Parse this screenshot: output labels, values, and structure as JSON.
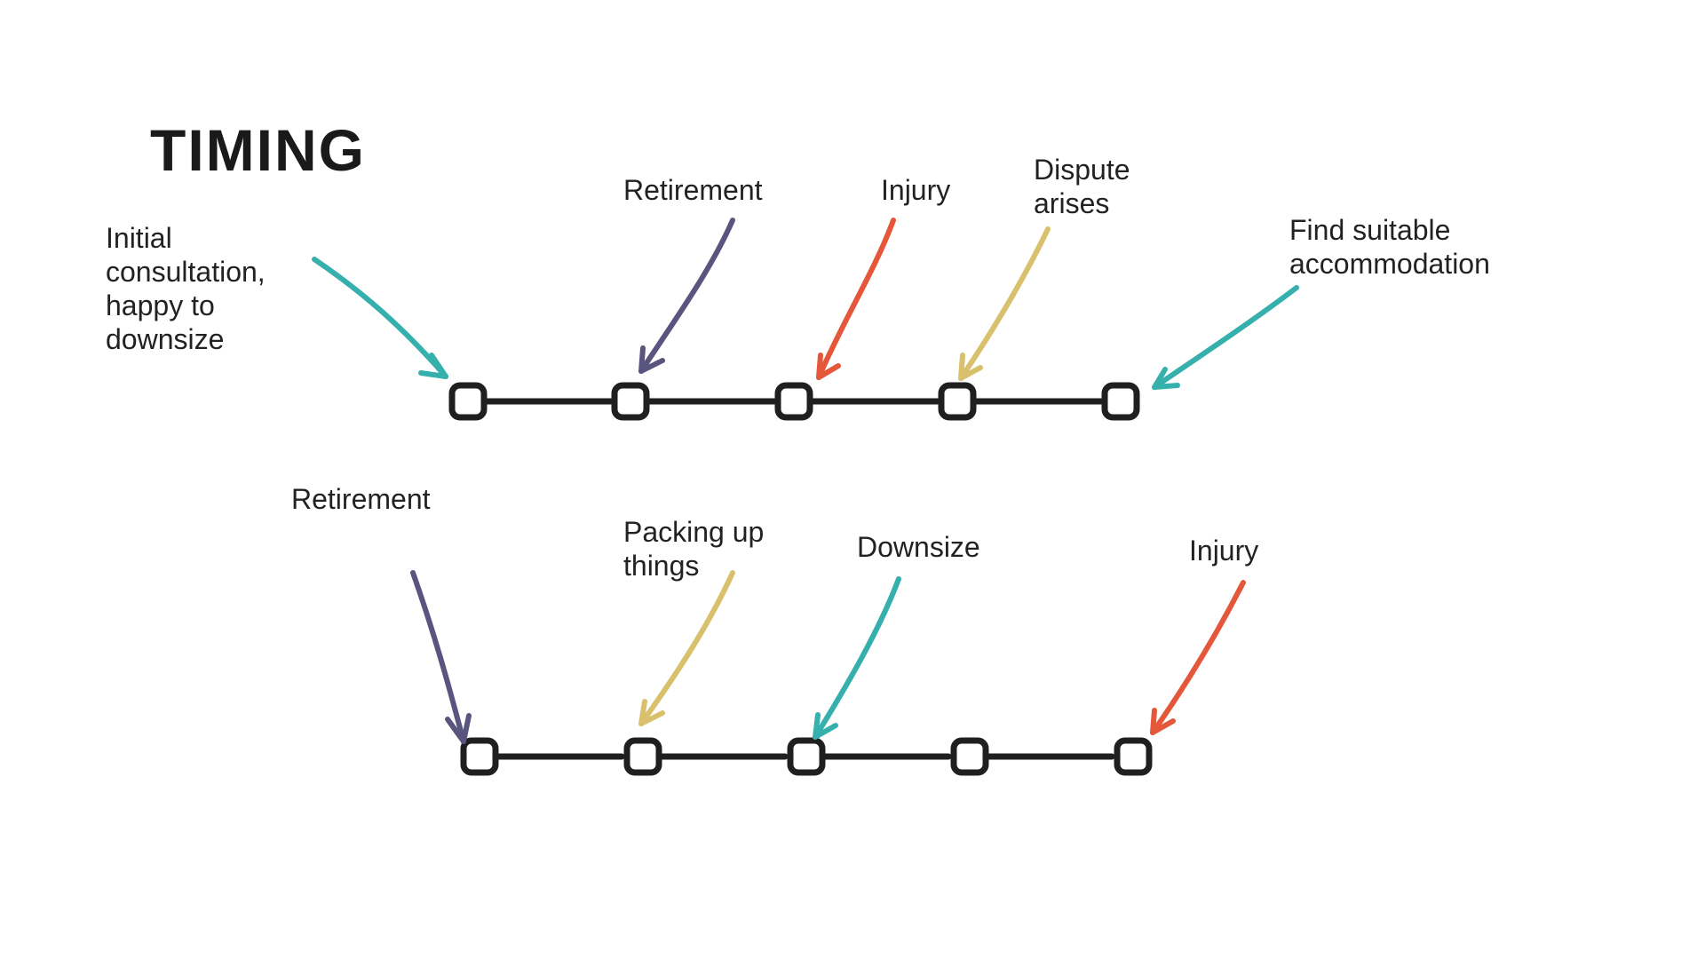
{
  "title": "TIMING",
  "colors": {
    "teal": "#35b0ac",
    "purple": "#5a557f",
    "orange": "#e4573a",
    "yellow": "#d8c06c",
    "ink": "#1f1f1f"
  },
  "timelines": [
    {
      "nodes": 5,
      "events": [
        {
          "label": "Initial\nconsultation,\nhappy to\ndownsize",
          "color": "teal",
          "node": 1
        },
        {
          "label": "Retirement",
          "color": "purple",
          "node": 2
        },
        {
          "label": "Injury",
          "color": "orange",
          "node": 3
        },
        {
          "label": "Dispute\narises",
          "color": "yellow",
          "node": 4
        },
        {
          "label": "Find suitable\naccommodation",
          "color": "teal",
          "node": 5
        }
      ]
    },
    {
      "nodes": 5,
      "events": [
        {
          "label": "Retirement",
          "color": "purple",
          "node": 1
        },
        {
          "label": "Packing up\nthings",
          "color": "yellow",
          "node": 2
        },
        {
          "label": "Downsize",
          "color": "teal",
          "node": 3
        },
        {
          "label": "Injury",
          "color": "orange",
          "node": 5
        }
      ]
    }
  ]
}
